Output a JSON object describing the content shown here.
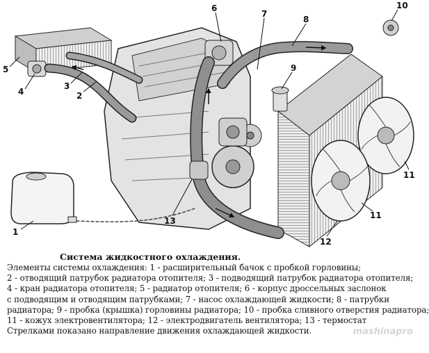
{
  "figure": {
    "callouts": [
      "1",
      "2",
      "3",
      "4",
      "5",
      "6",
      "7",
      "8",
      "9",
      "10",
      "11",
      "11",
      "12",
      "13"
    ]
  },
  "caption": {
    "title": "Система жидкостного охлаждения.",
    "lines": [
      "Элементы системы охлаждения: 1 - расширительный бачок с пробкой горловины;",
      "2 - отводящий патрубок радиатора отопителя; 3 - подводящий патрубок радиатора отопителя;",
      "4 - кран радиатора отопителя; 5 - радиатор отопителя; 6 - корпус дроссельных заслонок",
      "с подводящим и отводящим патрубками; 7 - насос охлаждающей жидкости; 8 - патрубки",
      "радиатора; 9 - пробка (крышка) горловины радиатора; 10 - пробка сливного отверстия радиатора;",
      "11 - кожух электровентилятора; 12 - электродвигатель вентилятора; 13 - термостат",
      "Стрелками показано направление движения охлаждающей жидкости."
    ]
  },
  "watermark": "mashinapro"
}
